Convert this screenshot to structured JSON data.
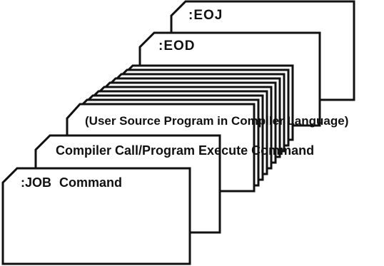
{
  "diagram": {
    "cards": {
      "eoj": {
        "label": ":EOJ"
      },
      "eod": {
        "label": ":EOD"
      },
      "source_program": {
        "label": "(User Source Program in Compiler Language)"
      },
      "compiler_call": {
        "label": "Compiler Call/Program Execute Command"
      },
      "job": {
        "label": ":JOB  Command"
      }
    },
    "colors": {
      "stroke": "#111111",
      "fill": "#ffffff"
    }
  }
}
